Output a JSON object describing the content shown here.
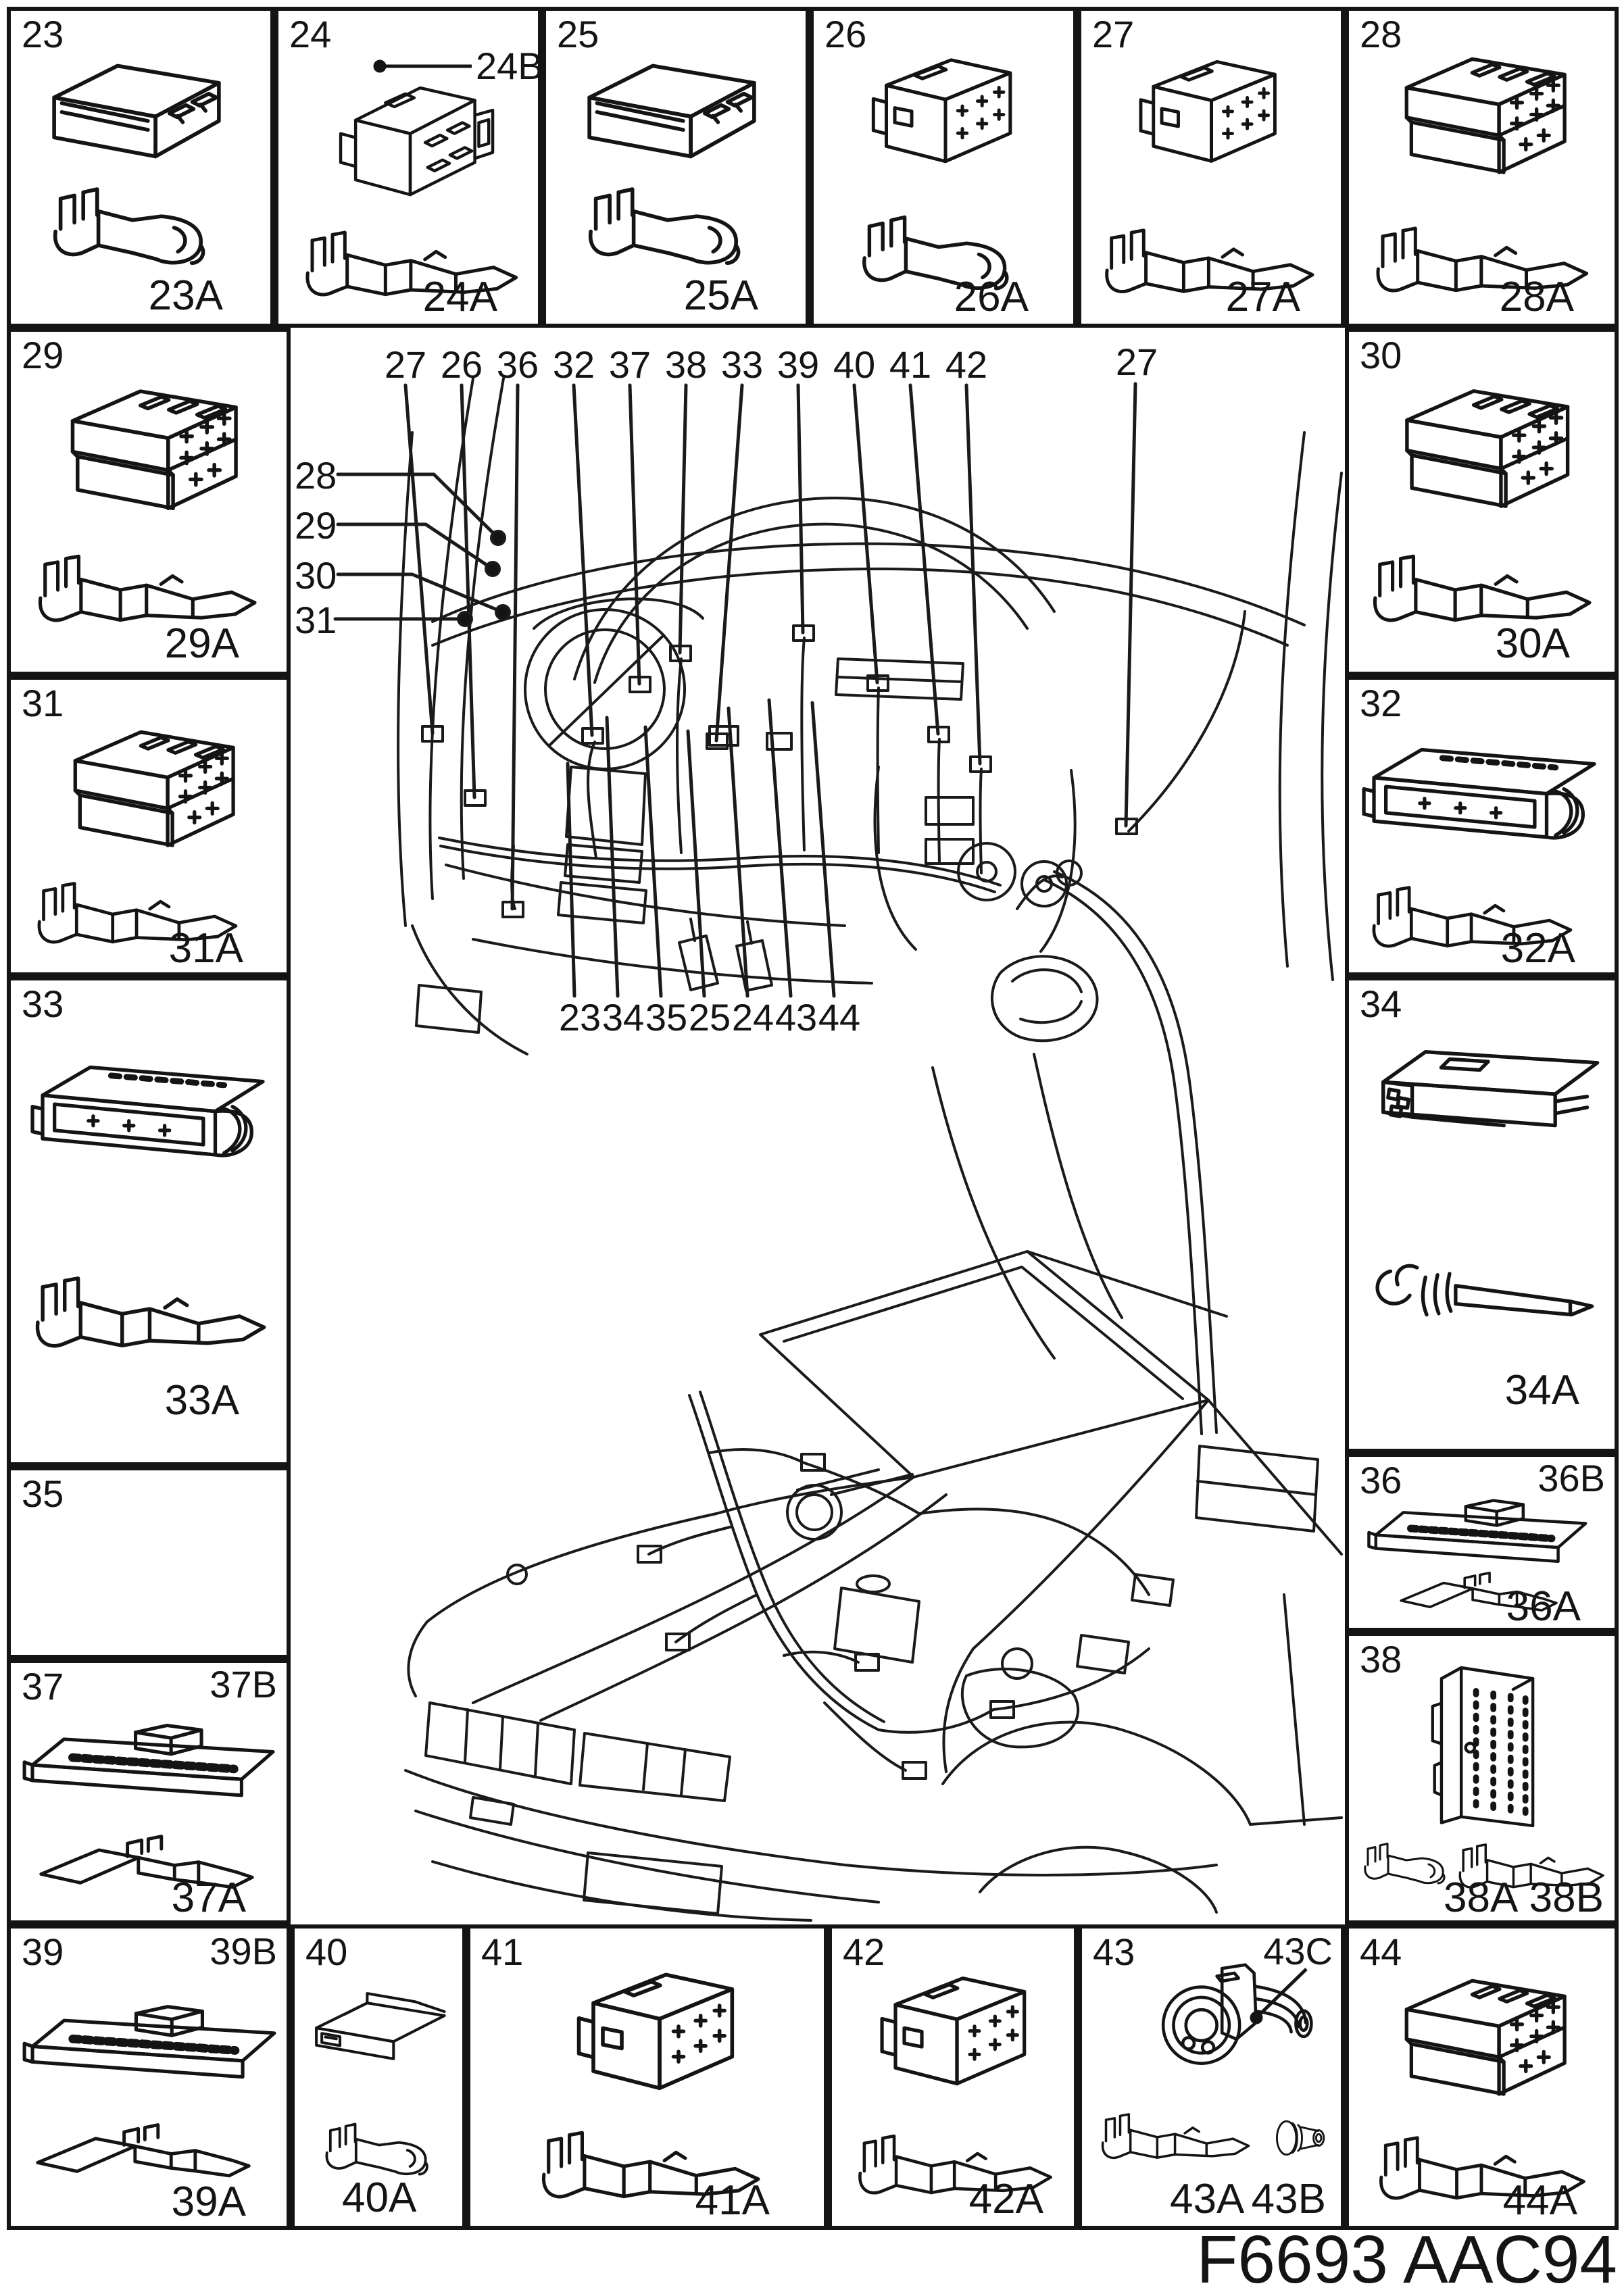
{
  "colors": {
    "ink": "#141414",
    "paper": "#ffffff"
  },
  "footer": {
    "code": "F6693 AAC94"
  },
  "cells": {
    "c23": {
      "num": "23",
      "term": "23A"
    },
    "c24": {
      "num": "24",
      "sub_b": "24B",
      "term": "24A"
    },
    "c25": {
      "num": "25",
      "term": "25A"
    },
    "c26": {
      "num": "26",
      "term": "26A"
    },
    "c27": {
      "num": "27",
      "term": "27A"
    },
    "c28": {
      "num": "28",
      "term": "28A"
    },
    "c29": {
      "num": "29",
      "term": "29A"
    },
    "c30": {
      "num": "30",
      "term": "30A"
    },
    "c31": {
      "num": "31",
      "term": "31A"
    },
    "c32": {
      "num": "32",
      "term": "32A"
    },
    "c33": {
      "num": "33",
      "term": "33A"
    },
    "c34": {
      "num": "34",
      "term": "34A"
    },
    "c35": {
      "num": "35"
    },
    "c36": {
      "num": "36",
      "sub_b": "36B",
      "term": "36A"
    },
    "c37": {
      "num": "37",
      "sub_b": "37B",
      "term": "37A"
    },
    "c38": {
      "num": "38",
      "term_a": "38A",
      "term_b": "38B"
    },
    "c39": {
      "num": "39",
      "sub_b": "39B",
      "term": "39A"
    },
    "c40": {
      "num": "40",
      "term": "40A"
    },
    "c41": {
      "num": "41",
      "term": "41A"
    },
    "c42": {
      "num": "42",
      "term": "42A"
    },
    "c43": {
      "num": "43",
      "sub_c": "43C",
      "term_a": "43A",
      "term_b": "43B"
    },
    "c44": {
      "num": "44",
      "term": "44A"
    }
  },
  "callouts": {
    "top": [
      "27",
      "26",
      "36",
      "32",
      "37",
      "38",
      "33",
      "39",
      "40",
      "41",
      "42"
    ],
    "top_right": "27",
    "left": [
      "28",
      "29",
      "30",
      "31"
    ],
    "bottom": [
      "23",
      "34",
      "35",
      "25",
      "24",
      "43",
      "44"
    ]
  }
}
